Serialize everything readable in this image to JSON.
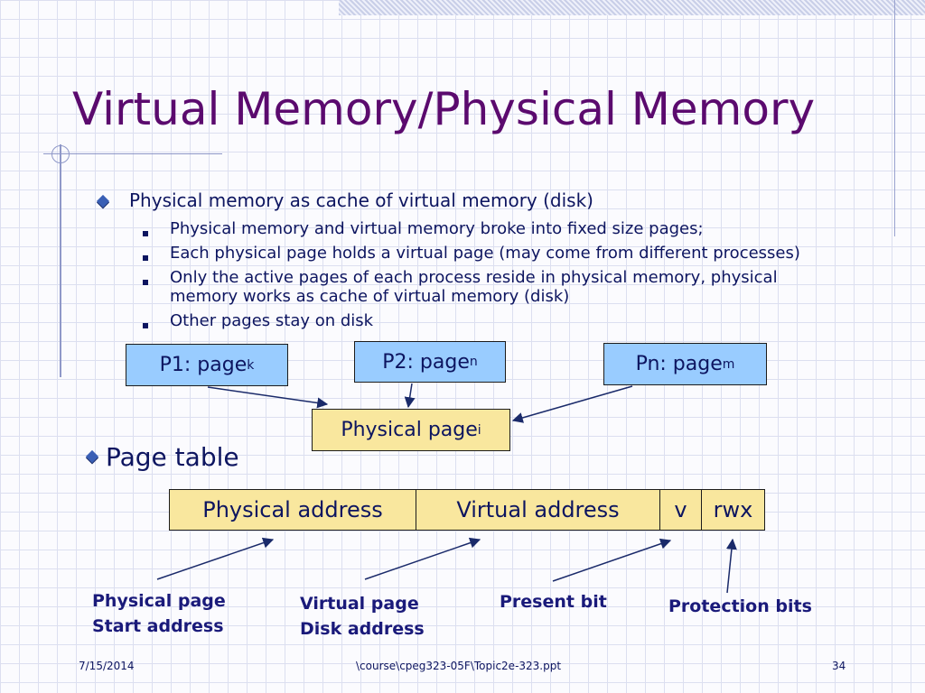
{
  "slide": {
    "title": "Virtual Memory/Physical Memory",
    "bullet_main": "Physical memory as cache of virtual memory (disk)",
    "sub_bullets": [
      "Physical memory and virtual memory broke into fixed size pages;",
      "Each physical page holds a virtual page (may come from different processes)",
      "Only the active pages of each process reside in physical memory, physical",
      "memory works as cache of virtual memory (disk)",
      "Other pages stay on disk"
    ],
    "diagram": {
      "p1": {
        "label": "P1: page",
        "sub": "k"
      },
      "p2": {
        "label": "P2: page",
        "sub": "n"
      },
      "pn": {
        "label": "Pn: page",
        "sub": "m"
      },
      "physical": {
        "label": "Physical page",
        "sub": "i"
      }
    },
    "page_table_bullet": "Page table",
    "page_table_cells": [
      "Physical address",
      "Virtual address",
      "v",
      "rwx"
    ],
    "captions": {
      "physical_1": "Physical page",
      "physical_2": "Start address",
      "virtual_1": "Virtual page",
      "virtual_2": "Disk address",
      "present": "Present bit",
      "protection": "Protection bits"
    },
    "footer": {
      "date": "7/15/2014",
      "path": "\\course\\cpeg323-05F\\Topic2e-323.ppt",
      "page": "34"
    }
  },
  "colors": {
    "title": "#5b0a6e",
    "text": "#0d1560",
    "blue_box": "#99ccff",
    "tan_box": "#f9e79e"
  }
}
